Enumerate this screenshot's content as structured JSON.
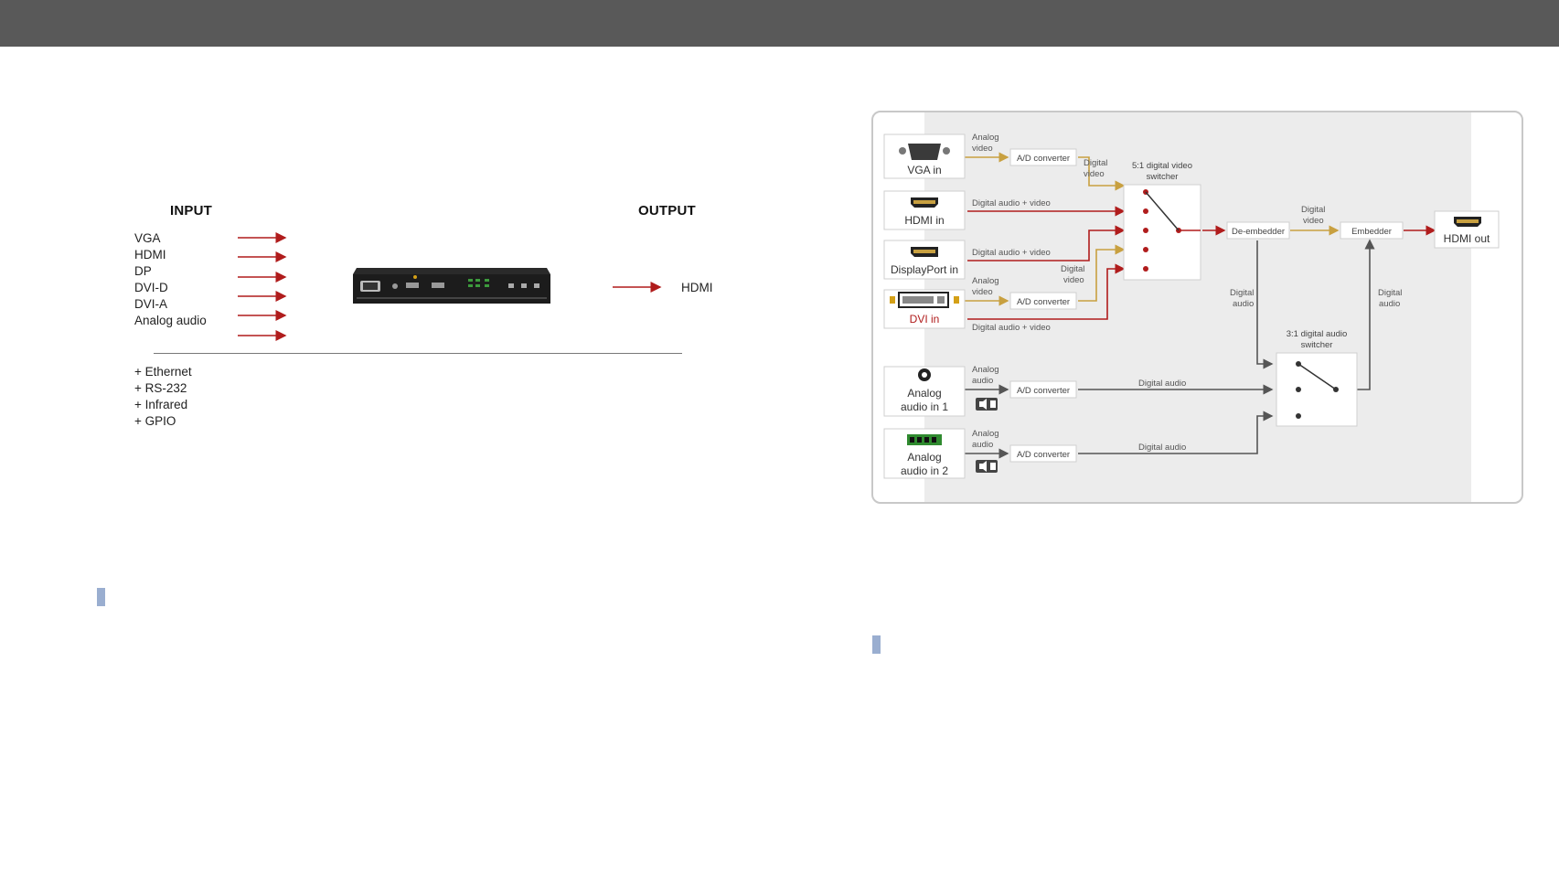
{
  "signal_table": {
    "input_heading": "INPUT",
    "output_heading": "OUTPUT",
    "inputs": [
      "VGA",
      "HDMI",
      "DP",
      "DVI-D",
      "DVI-A",
      "Analog audio"
    ],
    "output": "HDMI",
    "extras": [
      "+ Ethernet",
      "+ RS-232",
      "+ Infrared",
      "+ GPIO"
    ]
  },
  "block_diagram": {
    "ports": {
      "vga_in": "VGA in",
      "hdmi_in": "HDMI in",
      "dp_in": "DisplayPort in",
      "dvi_in": "DVI in",
      "analog_audio_in_1": [
        "Analog",
        "audio in 1"
      ],
      "analog_audio_in_2": [
        "Analog",
        "audio in 2"
      ],
      "hdmi_out": "HDMI out"
    },
    "blocks": {
      "ad_converter": "A/D converter",
      "video_switcher": [
        "5:1 digital video",
        "switcher"
      ],
      "audio_switcher": [
        "3:1 digital audio",
        "switcher"
      ],
      "de_embedder": "De-embedder",
      "embedder": "Embedder"
    },
    "signals": {
      "analog_video": [
        "Analog",
        "video"
      ],
      "digital_video": [
        "Digital",
        "video"
      ],
      "digital_audio_video": "Digital audio + video",
      "analog_audio": [
        "Analog",
        "audio"
      ],
      "digital_audio": "Digital audio",
      "digital_audio_split": [
        "Digital",
        "audio"
      ]
    },
    "colors": {
      "analog_video_line": "#c8a040",
      "digital_av_line": "#b01c1c",
      "audio_line": "#555555",
      "panel_background": "#ececec"
    }
  }
}
